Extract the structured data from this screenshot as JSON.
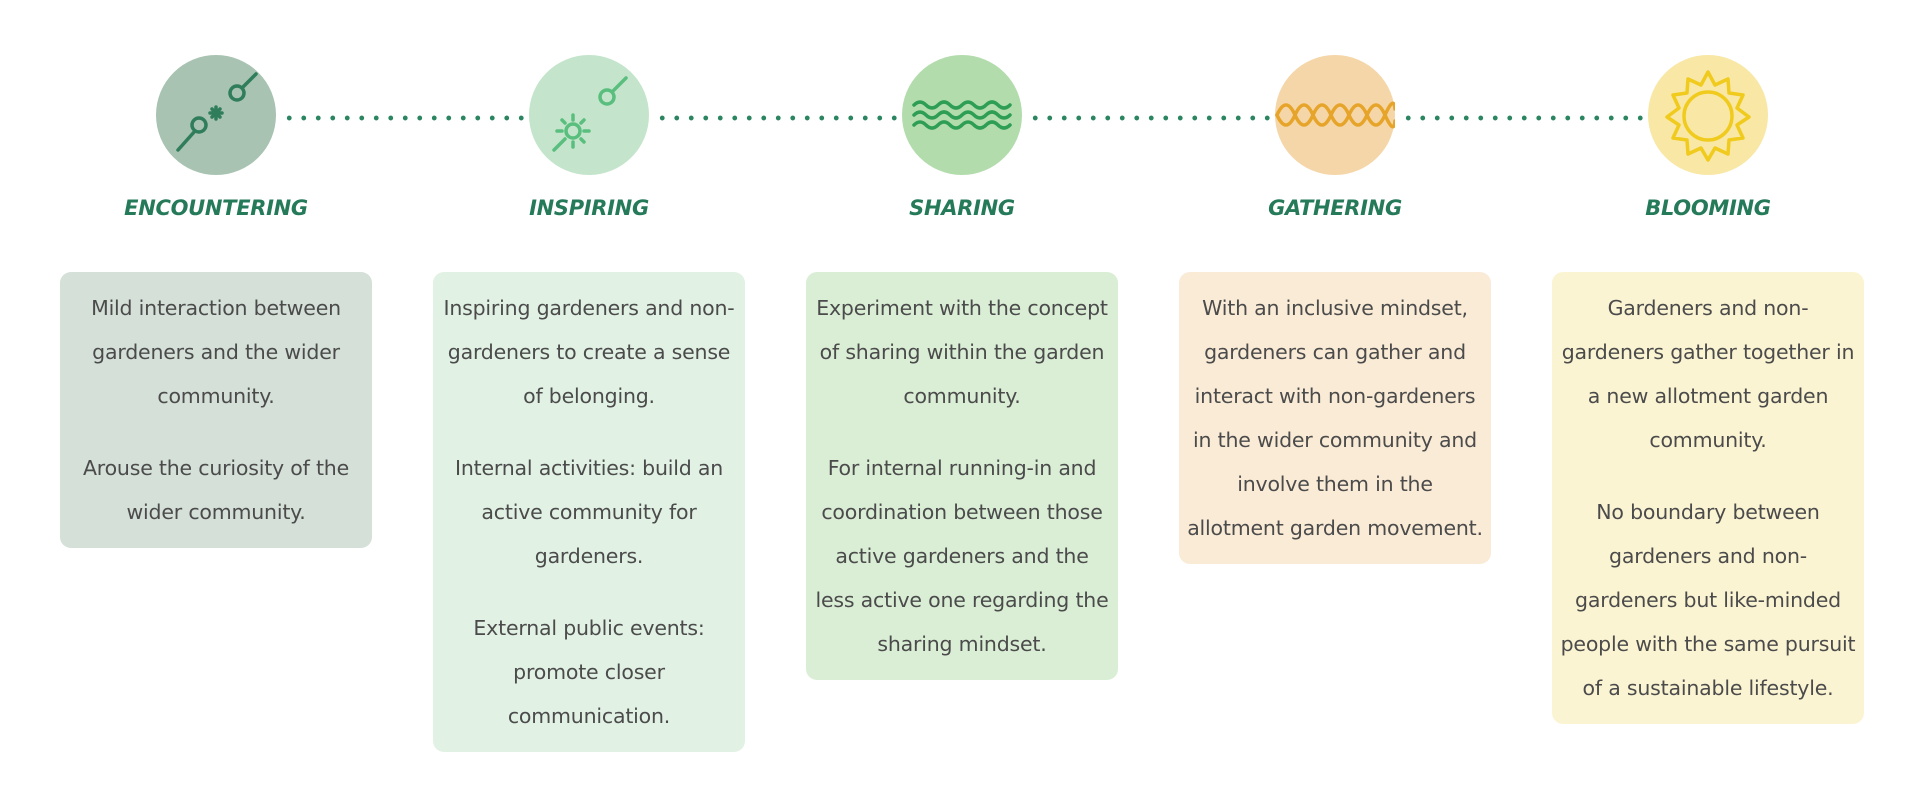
{
  "stages": [
    {
      "title": "ENCOUNTERING",
      "icon": "dandelion-seeds-icon",
      "circle_color": "#a8c3b1",
      "card_color": "#d4e0d8",
      "paragraphs": [
        "Mild interaction between gardeners and the wider community.",
        "Arouse the curiosity of the wider community."
      ]
    },
    {
      "title": "INSPIRING",
      "icon": "sprout-spark-icon",
      "circle_color": "#c4e5cb",
      "card_color": "#e1f1e4",
      "paragraphs": [
        "Inspiring gardeners and non-gardeners to create a sense of belonging.",
        "Internal activities: build an active community for gardeners.",
        "External public events: promote closer communication."
      ]
    },
    {
      "title": "SHARING",
      "icon": "waves-icon",
      "circle_color": "#b3dcad",
      "card_color": "#daeed6",
      "paragraphs": [
        "Experiment with the concept of sharing within the garden community.",
        "For internal running-in and coordination between those active gardeners and the less active one regarding the sharing mindset."
      ]
    },
    {
      "title": "GATHERING",
      "icon": "braid-icon",
      "circle_color": "#f5d6a8",
      "card_color": "#faebd6",
      "paragraphs": [
        "With an inclusive mindset, gardeners can gather and interact with non-gardeners in the wider community and involve them in the allotment garden movement."
      ]
    },
    {
      "title": "BLOOMING",
      "icon": "flower-bloom-icon",
      "circle_color": "#f8e7a5",
      "card_color": "#fbf4d3",
      "paragraphs": [
        "Gardeners and non-gardeners gather together in a new allotment garden community.",
        "No boundary between gardeners and non-gardeners but like-minded people with the same pursuit of a sustainable lifestyle."
      ]
    }
  ],
  "colors": {
    "title": "#257a59",
    "connector": "#2a8560",
    "text": "#4b4b4b"
  }
}
